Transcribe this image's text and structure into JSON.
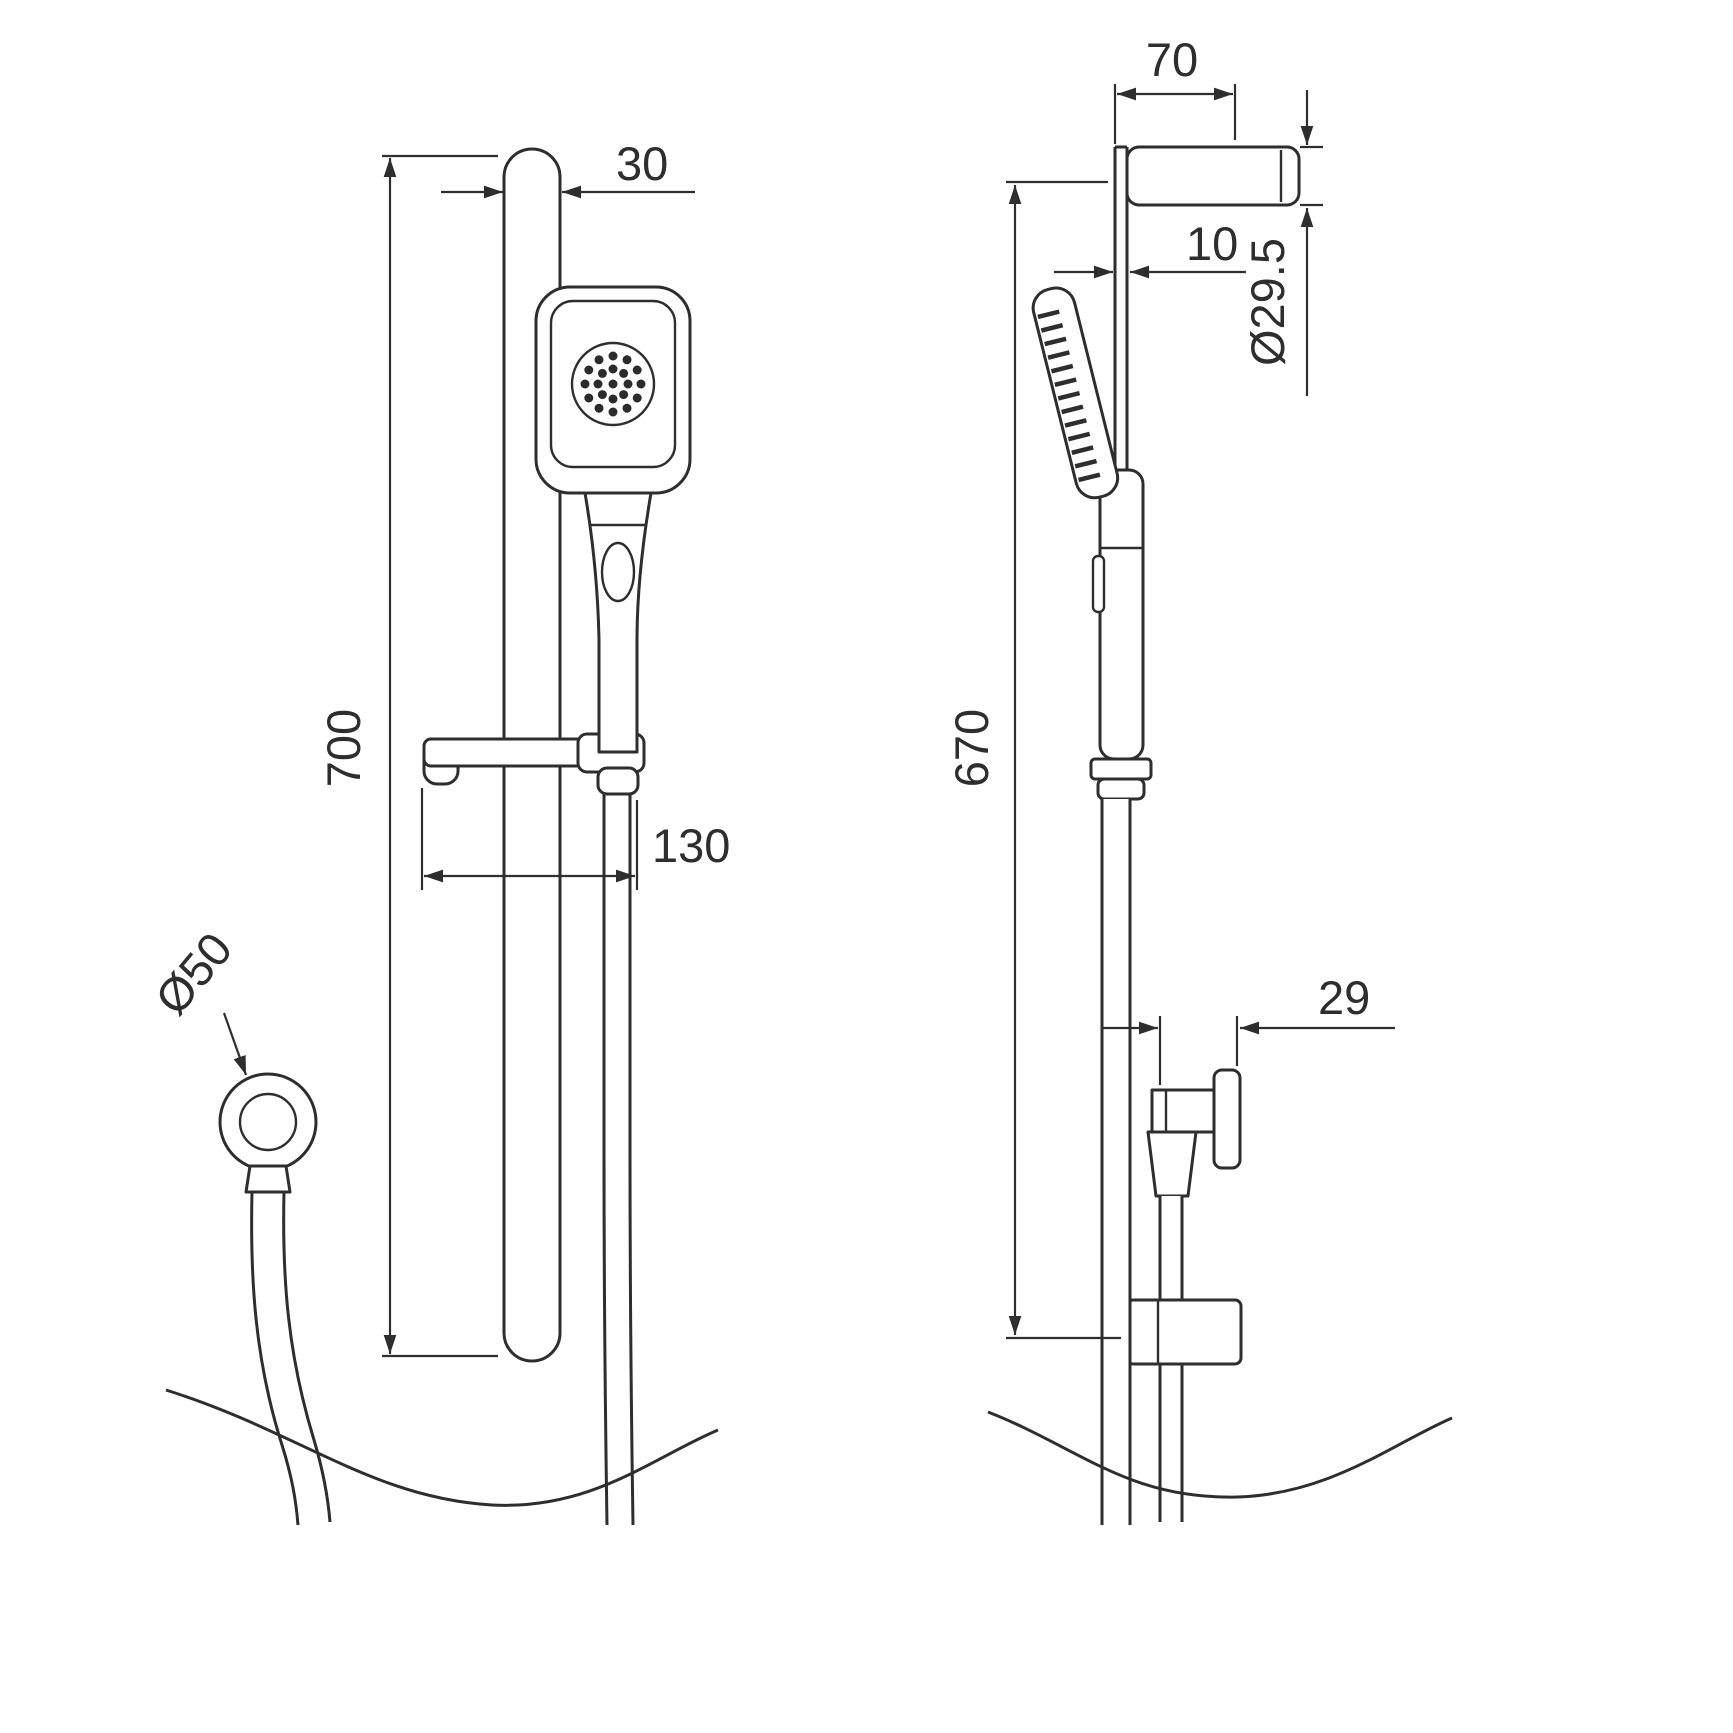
{
  "drawing": {
    "dimensions": {
      "rail_width": "30",
      "rail_length": "700",
      "slider_offset": "130",
      "hose_outlet_diameter": "Ø50",
      "bracket_projection": "70",
      "rail_depth": "10",
      "bracket_diameter": "Ø29.5",
      "mounting_height": "670",
      "outlet_projection": "29"
    },
    "colors": {
      "line": "#2e2e2e",
      "background": "#ffffff"
    }
  }
}
